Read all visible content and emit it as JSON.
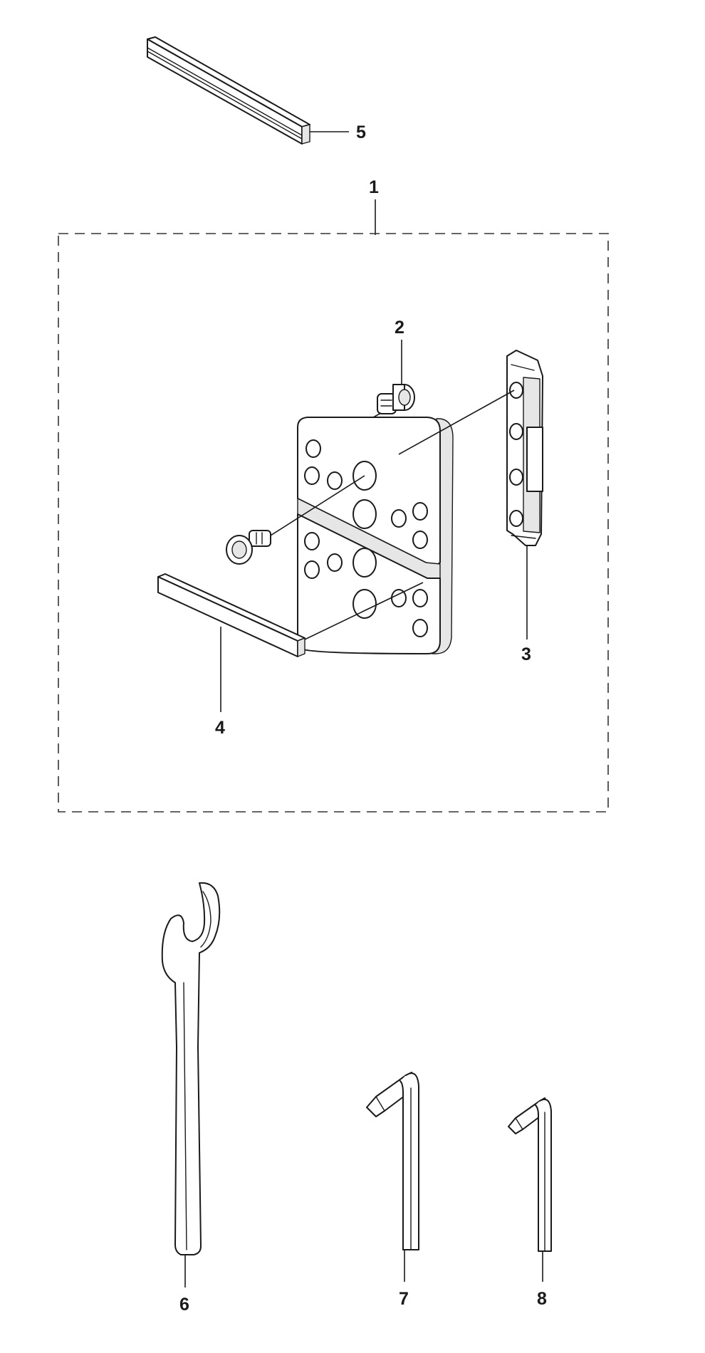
{
  "diagram": {
    "type": "exploded-parts-view",
    "callouts": [
      {
        "id": "1",
        "label": "1"
      },
      {
        "id": "2",
        "label": "2"
      },
      {
        "id": "3",
        "label": "3"
      },
      {
        "id": "4",
        "label": "4"
      },
      {
        "id": "5",
        "label": "5"
      },
      {
        "id": "6",
        "label": "6"
      },
      {
        "id": "7",
        "label": "7"
      },
      {
        "id": "8",
        "label": "8"
      }
    ],
    "colors": {
      "line": "#1a1a1a",
      "background": "#ffffff",
      "shade": "#e6e6e6"
    }
  }
}
